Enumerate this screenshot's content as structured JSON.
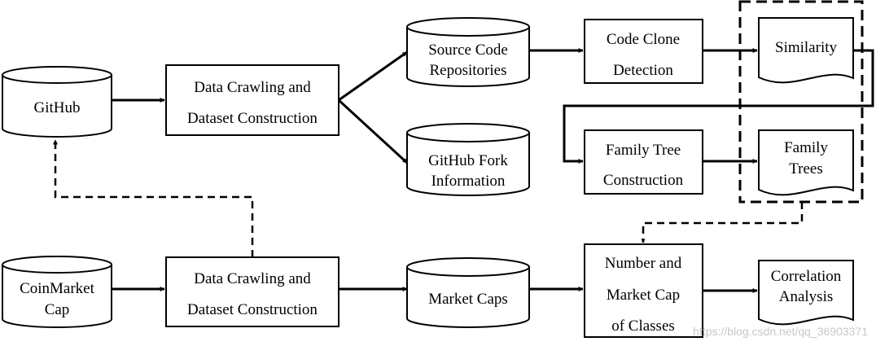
{
  "nodes": {
    "github": "GitHub",
    "coinmarket_l1": "CoinMarket",
    "coinmarket_l2": "Cap",
    "crawl_top_l1": "Data Crawling and",
    "crawl_top_l2": "Dataset Construction",
    "crawl_bottom_l1": "Data Crawling and",
    "crawl_bottom_l2": "Dataset Construction",
    "source_repos_l1": "Source Code",
    "source_repos_l2": "Repositories",
    "fork_info_l1": "GitHub Fork",
    "fork_info_l2": "Information",
    "market_caps": "Market Caps",
    "clone_detection_l1": "Code Clone",
    "clone_detection_l2": "Detection",
    "family_tree_constr_l1": "Family Tree",
    "family_tree_constr_l2": "Construction",
    "number_cap_l1": "Number and",
    "number_cap_l2": "Market Cap",
    "number_cap_l3": "of Classes",
    "similarity": "Similarity",
    "family_trees_l1": "Family",
    "family_trees_l2": "Trees",
    "correlation_l1": "Correlation",
    "correlation_l2": "Analysis"
  },
  "watermark": "https://blog.csdn.net/qq_36903371"
}
